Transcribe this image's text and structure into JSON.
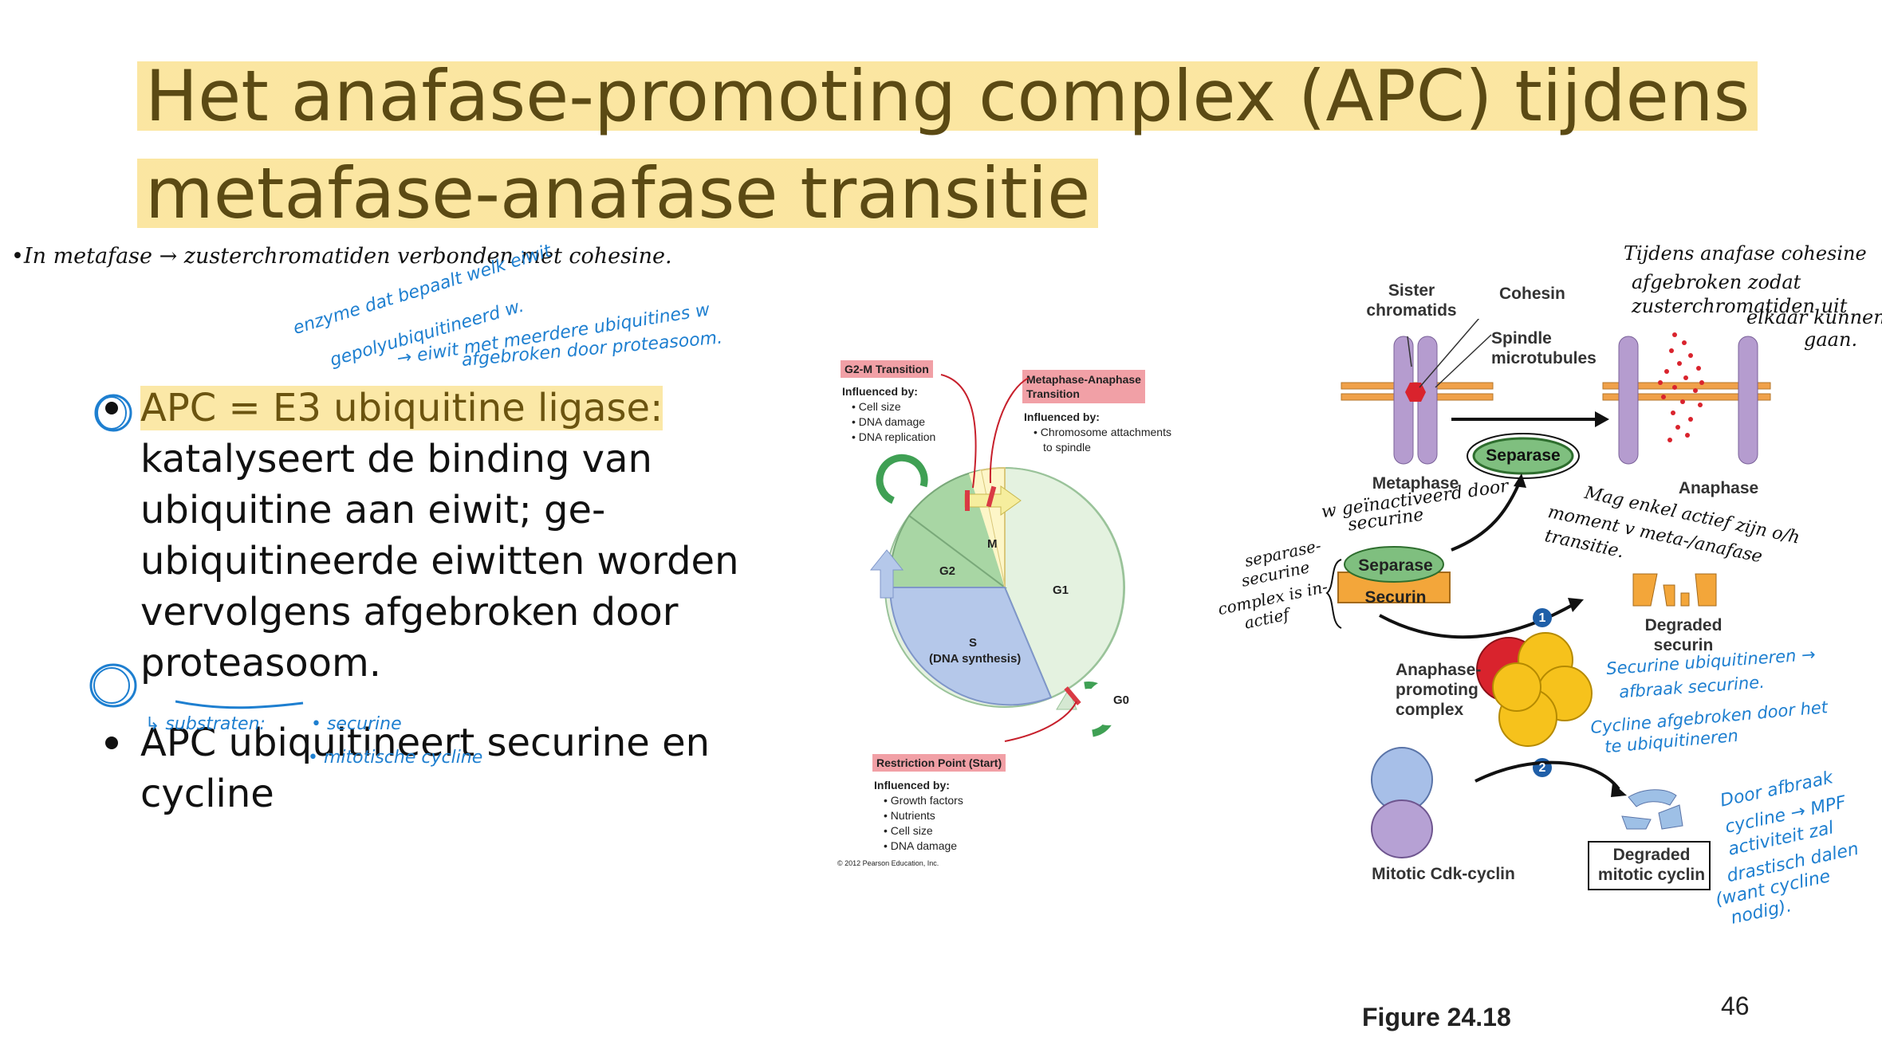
{
  "slide": {
    "title_line1": "Het anafase-promoting complex (APC) tijdens",
    "title_line2": "metafase-anafase transitie",
    "page_number": "46",
    "figure_caption": "Figure 24.18"
  },
  "bullets": [
    {
      "highlight": "APC = E3 ubiquitine ligase:",
      "text": "katalyseert de binding van ubiquitine aan eiwit; ge-ubiquitineerde eiwitten worden vervolgens afgebroken door proteasoom."
    },
    {
      "highlight": "",
      "text": "APC ubiquitineert securine en cycline"
    }
  ],
  "handwriting": {
    "top_note": "•In metafase → zusterchromatiden verbonden met cohesine.",
    "enzyme_note_1": "enzyme dat bepaalt welk eiwit",
    "enzyme_note_2": "gepolyubiquitineerd w.",
    "protein_note_1": "→ eiwit met meerdere ubiquitines w",
    "protein_note_2": "afgebroken door proteasoom.",
    "substrates": "↳ substraten:",
    "substrate_1": "• securine",
    "substrate_2": "• mitotische cycline",
    "cohesin_note_1": "Tijdens anafase cohesine",
    "cohesin_note_2": "afgebroken zodat",
    "cohesin_note_3": "zusterchromatiden uit",
    "cohesin_note_4": "elkaar kunnen",
    "cohesin_note_5": "gaan.",
    "inactivated_1": "w geïnactiveerd door",
    "inactivated_2": "securine",
    "complex_1": "separase-",
    "complex_2": "securine",
    "complex_3": "complex is in-",
    "complex_4": "actief",
    "moment_1": "Mag enkel actief zijn o/h",
    "moment_2": "moment v meta-/anafase",
    "moment_3": "transitie.",
    "securine_ub_1": "Securine ubiquitineren →",
    "securine_ub_2": "afbraak securine.",
    "cyclin_ub_1": "Cycline afgebroken door het",
    "cyclin_ub_2": "te ubiquitineren",
    "mpf_1": "Door afbraak",
    "mpf_2": "cycline → MPF",
    "mpf_3": "activiteit zal",
    "mpf_4": "drastisch dalen",
    "mpf_5": "(want cycline",
    "mpf_6": "nodig)."
  },
  "cell_cycle": {
    "g2m_label": "G2-M Transition",
    "g2m_influenced": "Influenced by:",
    "g2m_items": [
      "• Cell size",
      "• DNA damage",
      "• DNA replication"
    ],
    "meta_label_1": "Metaphase-Anaphase",
    "meta_label_2": "Transition",
    "meta_influenced": "Influenced by:",
    "meta_items": [
      "• Chromosome attachments",
      "to spindle"
    ],
    "restriction_label": "Restriction Point (Start)",
    "restriction_influenced": "Influenced by:",
    "restriction_items": [
      "• Growth factors",
      "• Nutrients",
      "• Cell size",
      "• DNA damage"
    ],
    "phase_g2": "G2",
    "phase_m": "M",
    "phase_g1": "G1",
    "phase_s": "S",
    "phase_s_sub": "(DNA synthesis)",
    "phase_g0": "G0",
    "copyright": "© 2012 Pearson Education, Inc."
  },
  "apc_figure": {
    "sister_chromatids": "Sister chromatids",
    "cohesin": "Cohesin",
    "spindle": "Spindle microtubules",
    "metaphase": "Metaphase",
    "anaphase": "Anaphase",
    "separase": "Separase",
    "separase2": "Separase",
    "securin": "Securin",
    "degraded_securin": "Degraded securin",
    "apc_label": "Anaphase-promoting complex",
    "step1": "1",
    "step2": "2",
    "mitotic_cdk": "Mitotic Cdk-cyclin",
    "degraded_cyclin": "Degraded mitotic cyclin"
  },
  "colors": {
    "title_text": "#5b4a14",
    "highlight": "#fade82",
    "annotation_blue": "#1e7fd0",
    "chromosome": "#b59ccf",
    "separase": "#7fbf7f",
    "securin": "#f3a63a",
    "apc_red": "#d9232d",
    "apc_yellow": "#f6c21c",
    "cdk_blue": "#a7bfe8",
    "cyclin_purple": "#b6a1d4"
  }
}
